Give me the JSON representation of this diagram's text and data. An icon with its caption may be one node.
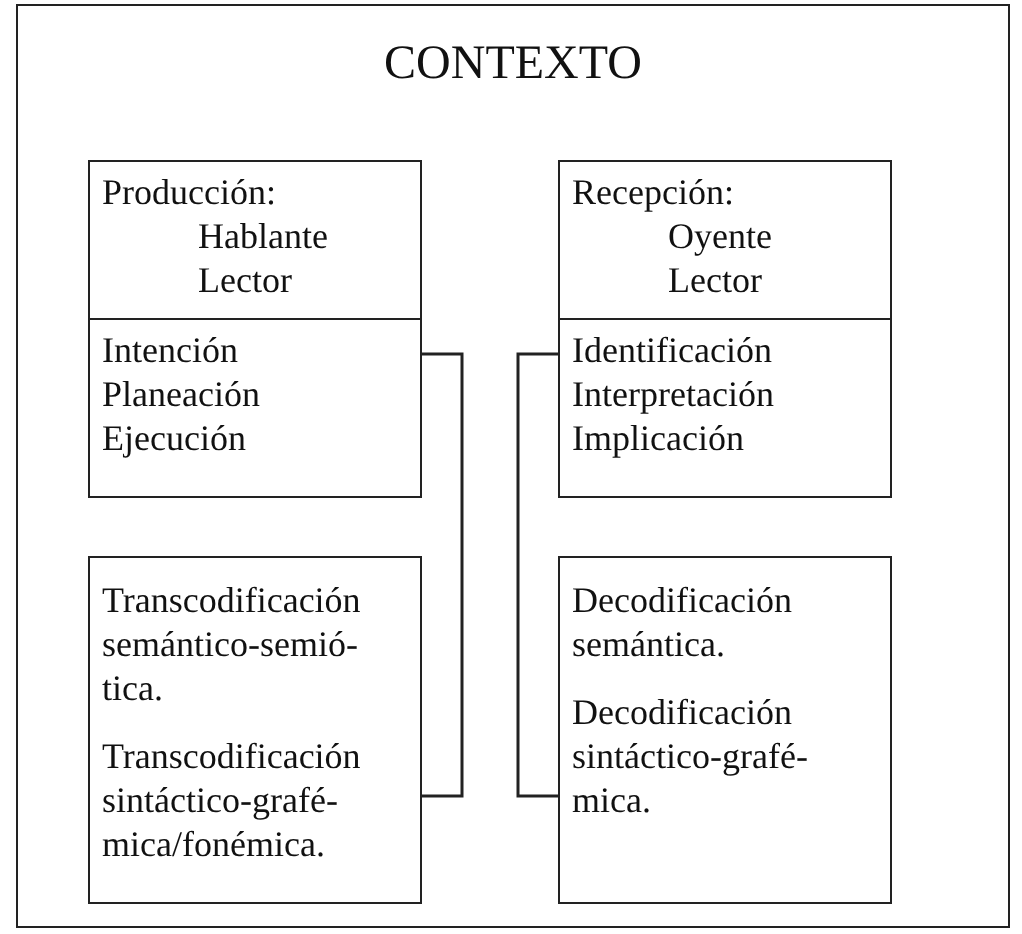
{
  "diagram": {
    "nodes": [
      {
        "text": [
          "CONTEXTO"
        ]
      },
      {
        "text": [
          "Producción:",
          "Hablante",
          "Lector"
        ],
        "in": 0
      },
      {
        "text": [
          "Intención",
          "Planeación",
          "Ejecución"
        ],
        "in": 0
      },
      {
        "text": [
          "Transcodificación semántico-semió-tica.",
          "Transcodificación sintáctico-grafé-mica/fonémica."
        ],
        "in": 0
      },
      {
        "text": [
          "Recepción:",
          "Oyente",
          "Lector"
        ],
        "in": 0
      },
      {
        "text": [
          "Identificación",
          "Interpretación",
          "Implicación"
        ],
        "in": 0
      },
      {
        "text": [
          "Decodificación semántica.",
          "Decodificación sintáctico-grafé-mica."
        ],
        "in": 0
      }
    ],
    "edges": [
      {
        "from": 2,
        "to": 3,
        "arrow": "none"
      },
      {
        "from": 5,
        "to": 6,
        "arrow": "none"
      }
    ]
  }
}
